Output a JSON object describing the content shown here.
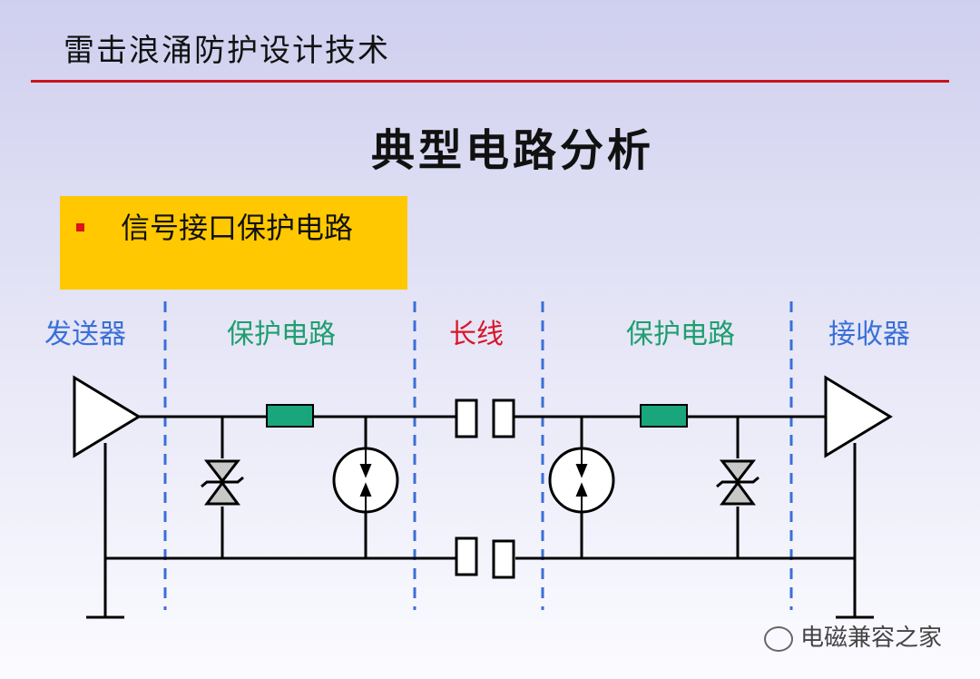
{
  "header": {
    "title": "雷击浪涌防护设计技术"
  },
  "main_title": "典型电路分析",
  "bullet": {
    "text": "信号接口保护电路"
  },
  "sections": [
    {
      "label": "发送器",
      "color": "#3a6fd8"
    },
    {
      "label": "保护电路",
      "color": "#1f9e6e"
    },
    {
      "label": "长线",
      "color": "#d8162a"
    },
    {
      "label": "保护电路",
      "color": "#1f9e6e"
    },
    {
      "label": "接收器",
      "color": "#3a6fd8"
    }
  ],
  "colors": {
    "divider": "#3a6fd8",
    "resistor": "#1aa67c",
    "wire": "#000000",
    "rule": "#c8141e"
  },
  "watermark": {
    "text": "电磁兼容之家"
  }
}
